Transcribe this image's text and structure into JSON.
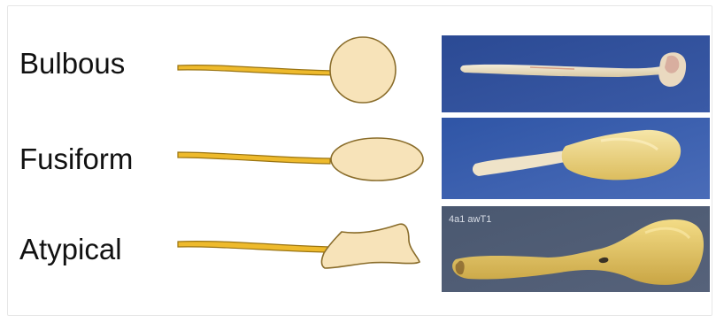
{
  "rows": [
    {
      "label": "Bulbous"
    },
    {
      "label": "Fusiform"
    },
    {
      "label": "Atypical"
    }
  ],
  "photo_annotation": "4a1 awT1",
  "colors": {
    "nerve_fill": "#eeba2c",
    "nerve_stroke": "#9a7412",
    "shape_fill": "#f7e3b9",
    "shape_stroke": "#8a6d2b",
    "photo_blue_bg": "#31509a",
    "photo_grey_bg": "#4d5a6e",
    "tissue_pale": "#efe3c8",
    "tissue_yellow": "#e9cc6a"
  }
}
